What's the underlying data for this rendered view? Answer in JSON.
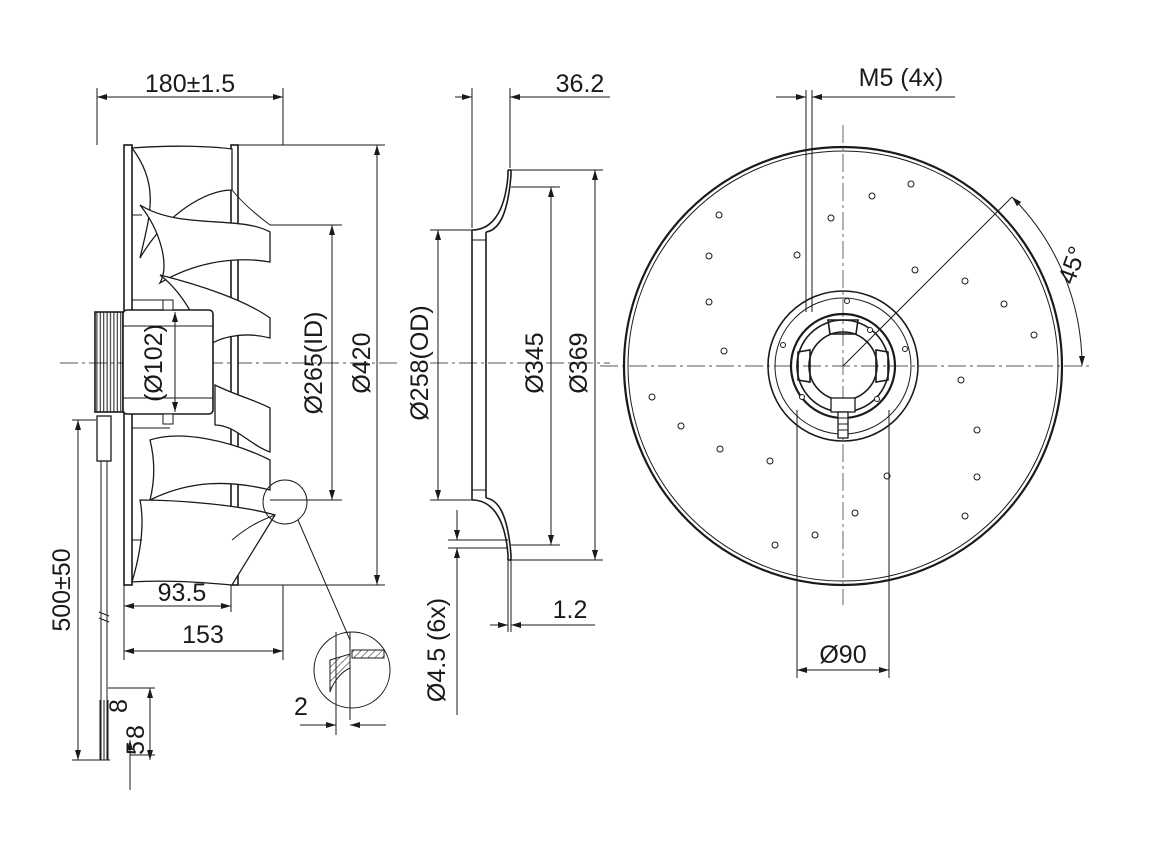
{
  "dimensions": {
    "overall_depth": "180±1.5",
    "impeller_depth": "93.5",
    "motor_depth": "153",
    "cable_length": "500±50",
    "lead_strip_long": "8",
    "lead_strip_short": "5",
    "lead_strip_short_prefix": "8",
    "motor_diameter": "(Ø102)",
    "inlet_id": "Ø265(ID)",
    "impeller_od": "Ø420",
    "detail_thickness": "2",
    "ring_depth": "36.2",
    "ring_od": "Ø258(OD)",
    "ring_diameter_345": "Ø345",
    "ring_diameter_369": "Ø369",
    "ring_holes": "Ø4.5 (6x)",
    "ring_thickness": "1.2",
    "thread": "M5 (4x)",
    "hub_diameter": "Ø90",
    "angle": "45°"
  }
}
